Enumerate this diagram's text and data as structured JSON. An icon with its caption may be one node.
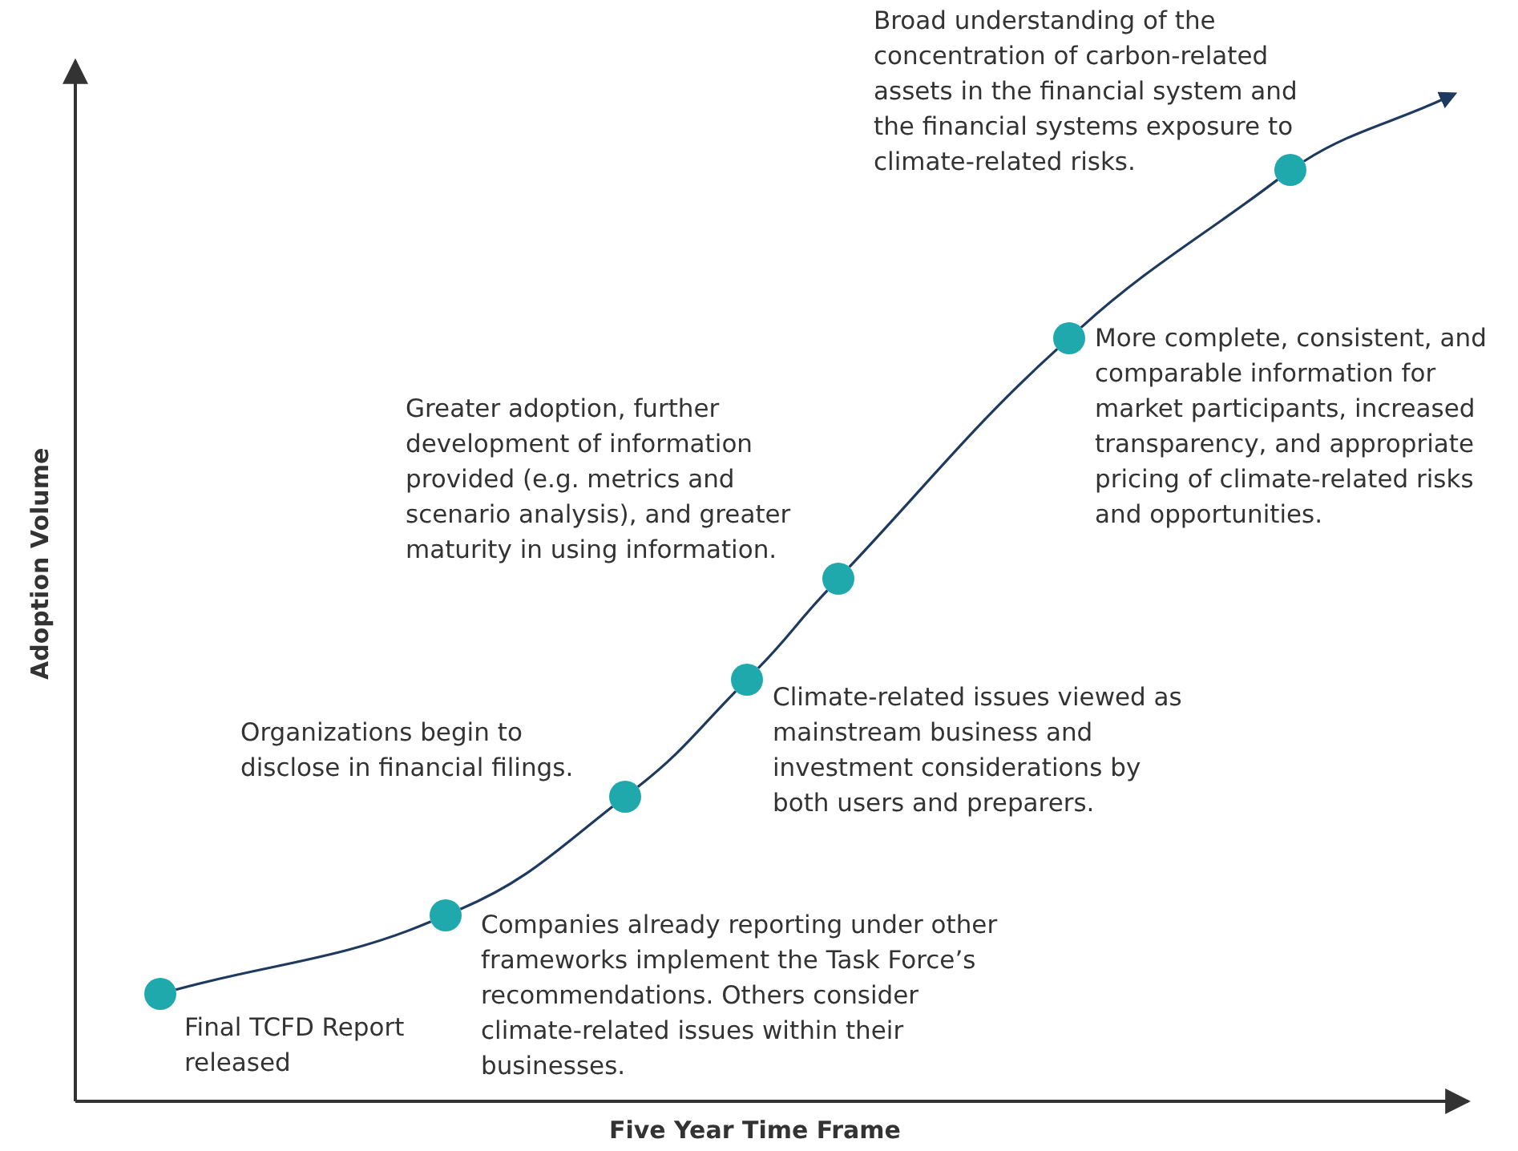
{
  "diagram": {
    "nodes": [
      {
        "text": [],
        "shape": "circle",
        "beside": [
          "Final TCFD Report released"
        ]
      },
      {
        "text": [],
        "shape": "circle",
        "beside": [
          "Companies already reporting under other frameworks implement the Task Force’s recommendations. Others consider climate-related issues within their businesses."
        ]
      },
      {
        "text": [],
        "shape": "circle",
        "beside": [
          "Organizations begin to disclose in financial filings."
        ]
      },
      {
        "text": [],
        "shape": "circle",
        "beside": [
          "Climate-related issues viewed as mainstream business and investment considerations by both users and preparers."
        ]
      },
      {
        "text": [],
        "shape": "circle",
        "beside": [
          "Greater adoption, further development of information provided (e.g. metrics and scenario analysis), and greater maturity in using information."
        ]
      },
      {
        "text": [],
        "shape": "circle",
        "beside": [
          "More complete, consistent, and comparable information for market participants, increased transparency, and appropriate pricing of climate-related risks and opportunities."
        ]
      },
      {
        "text": [],
        "shape": "circle",
        "beside": [
          "Broad understanding of the concentration of carbon-related assets in the financial system and the financial systems exposure to climate-related risks."
        ]
      }
    ],
    "edges": [
      {
        "from": 0,
        "to": 1,
        "arrow": "none"
      },
      {
        "from": 1,
        "to": 2,
        "arrow": "none"
      },
      {
        "from": 2,
        "to": 3,
        "arrow": "none"
      },
      {
        "from": 3,
        "to": 4,
        "arrow": "none"
      },
      {
        "from": 4,
        "to": 5,
        "arrow": "none"
      },
      {
        "from": 5,
        "to": 6,
        "arrow": "none"
      },
      {
        "from": 6,
        "to": null,
        "arrow": "to"
      }
    ],
    "labels": [
      "Adoption Volume",
      "Five Year Time Frame"
    ]
  }
}
